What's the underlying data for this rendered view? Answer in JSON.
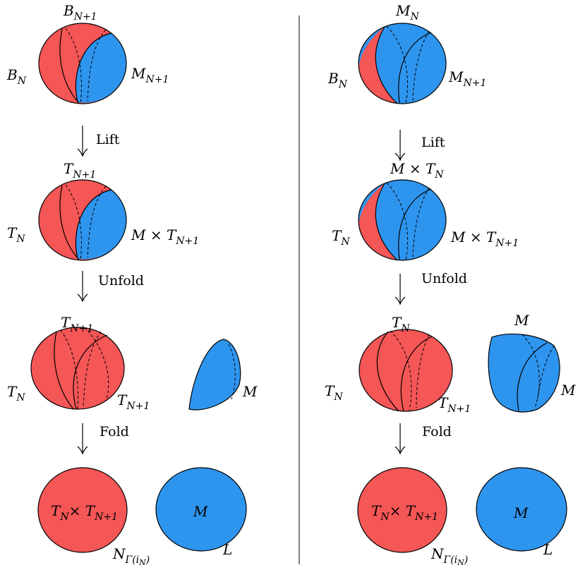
{
  "colors": {
    "red": "#f55656",
    "blue": "#2e95ef",
    "line": "#000000"
  },
  "left": {
    "r1": {
      "top_base": "B",
      "top_sub": "N+1",
      "left_base": "B",
      "left_sub": "N",
      "right_base": "M",
      "right_sub": "N+1"
    },
    "a1": "Lift",
    "r2": {
      "top_base": "T",
      "top_sub": "N+1",
      "left_base": "T",
      "left_sub": "N",
      "right_base": "M × T",
      "right_sub": "N+1"
    },
    "a2": "Unfold",
    "r3": {
      "top_base": "T",
      "top_sub": "N+1",
      "left_base": "T",
      "left_sub": "N",
      "br_base": "T",
      "br_sub": "N+1",
      "m": "M"
    },
    "a3": "Fold",
    "r4": {
      "ball_base": "T",
      "ball_mid": "× T",
      "ball_sub1": "N",
      "ball_sub2": "N+1",
      "m": "M",
      "n_base": "N",
      "n_sub": "Γ(i",
      "n_subsub": "N",
      "n_close": ")",
      "l": "L"
    }
  },
  "right": {
    "r1": {
      "top_base": "M",
      "top_sub": "N",
      "left_base": "B",
      "left_sub": "N",
      "right_base": "M",
      "right_sub": "N+1"
    },
    "a1": "Lift",
    "r2": {
      "top_base": "M × T",
      "top_sub": "N",
      "left_base": "T",
      "left_sub": "N",
      "right_base": "M × T",
      "right_sub": "N+1"
    },
    "a2": "Unfold",
    "r3": {
      "top_base": "T",
      "top_sub": "N",
      "left_base": "T",
      "left_sub": "N",
      "br_base": "T",
      "br_sub": "N+1",
      "top_m": "M",
      "m": "M"
    },
    "a3": "Fold",
    "r4": {
      "ball_base": "T",
      "ball_mid": "× T",
      "ball_sub1": "N",
      "ball_sub2": "N+1",
      "m": "M",
      "n_base": "N",
      "n_sub": "Γ(i",
      "n_subsub": "N",
      "n_close": ")",
      "l": "L"
    }
  }
}
